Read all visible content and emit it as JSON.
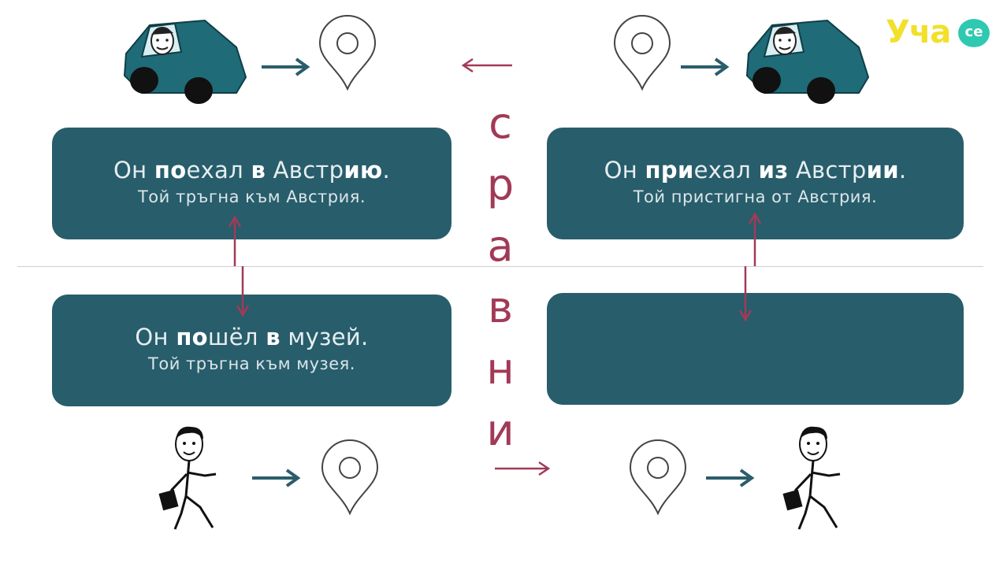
{
  "logo": {
    "main": "Уча",
    "suffix": "се"
  },
  "compare_word_letters": [
    "с",
    "р",
    "а",
    "в",
    "н",
    "и"
  ],
  "cards": {
    "top_left": {
      "parts": [
        {
          "t": "Он ",
          "b": false
        },
        {
          "t": "по",
          "b": true
        },
        {
          "t": "ехал ",
          "b": false
        },
        {
          "t": "в",
          "b": true
        },
        {
          "t": " Австр",
          "b": false
        },
        {
          "t": "ию",
          "b": true
        },
        {
          "t": ".",
          "b": false
        }
      ],
      "translation": "Той тръгна към Австрия."
    },
    "top_right": {
      "parts": [
        {
          "t": "Он ",
          "b": false
        },
        {
          "t": "при",
          "b": true
        },
        {
          "t": "ехал ",
          "b": false
        },
        {
          "t": "из",
          "b": true
        },
        {
          "t": " Австр",
          "b": false
        },
        {
          "t": "ии",
          "b": true
        },
        {
          "t": ".",
          "b": false
        }
      ],
      "translation": "Той пристигна от Австрия."
    },
    "bottom_left": {
      "parts": [
        {
          "t": "Он ",
          "b": false
        },
        {
          "t": "по",
          "b": true
        },
        {
          "t": "шёл ",
          "b": false
        },
        {
          "t": "в",
          "b": true
        },
        {
          "t": " музей.",
          "b": false
        }
      ],
      "translation": "Той тръгна към музея."
    },
    "bottom_right": {
      "parts": [],
      "translation": ""
    }
  },
  "colors": {
    "card": "#285d6b",
    "accent": "#a23a57",
    "arrow": "#2b5d6b",
    "pin": "#444444",
    "car": "#1f6b78"
  },
  "icons": [
    "car-with-driver-icon",
    "location-pin-icon",
    "walking-man-icon",
    "arrow-right-icon",
    "arrow-left-icon",
    "double-arrow-vertical-icon"
  ]
}
